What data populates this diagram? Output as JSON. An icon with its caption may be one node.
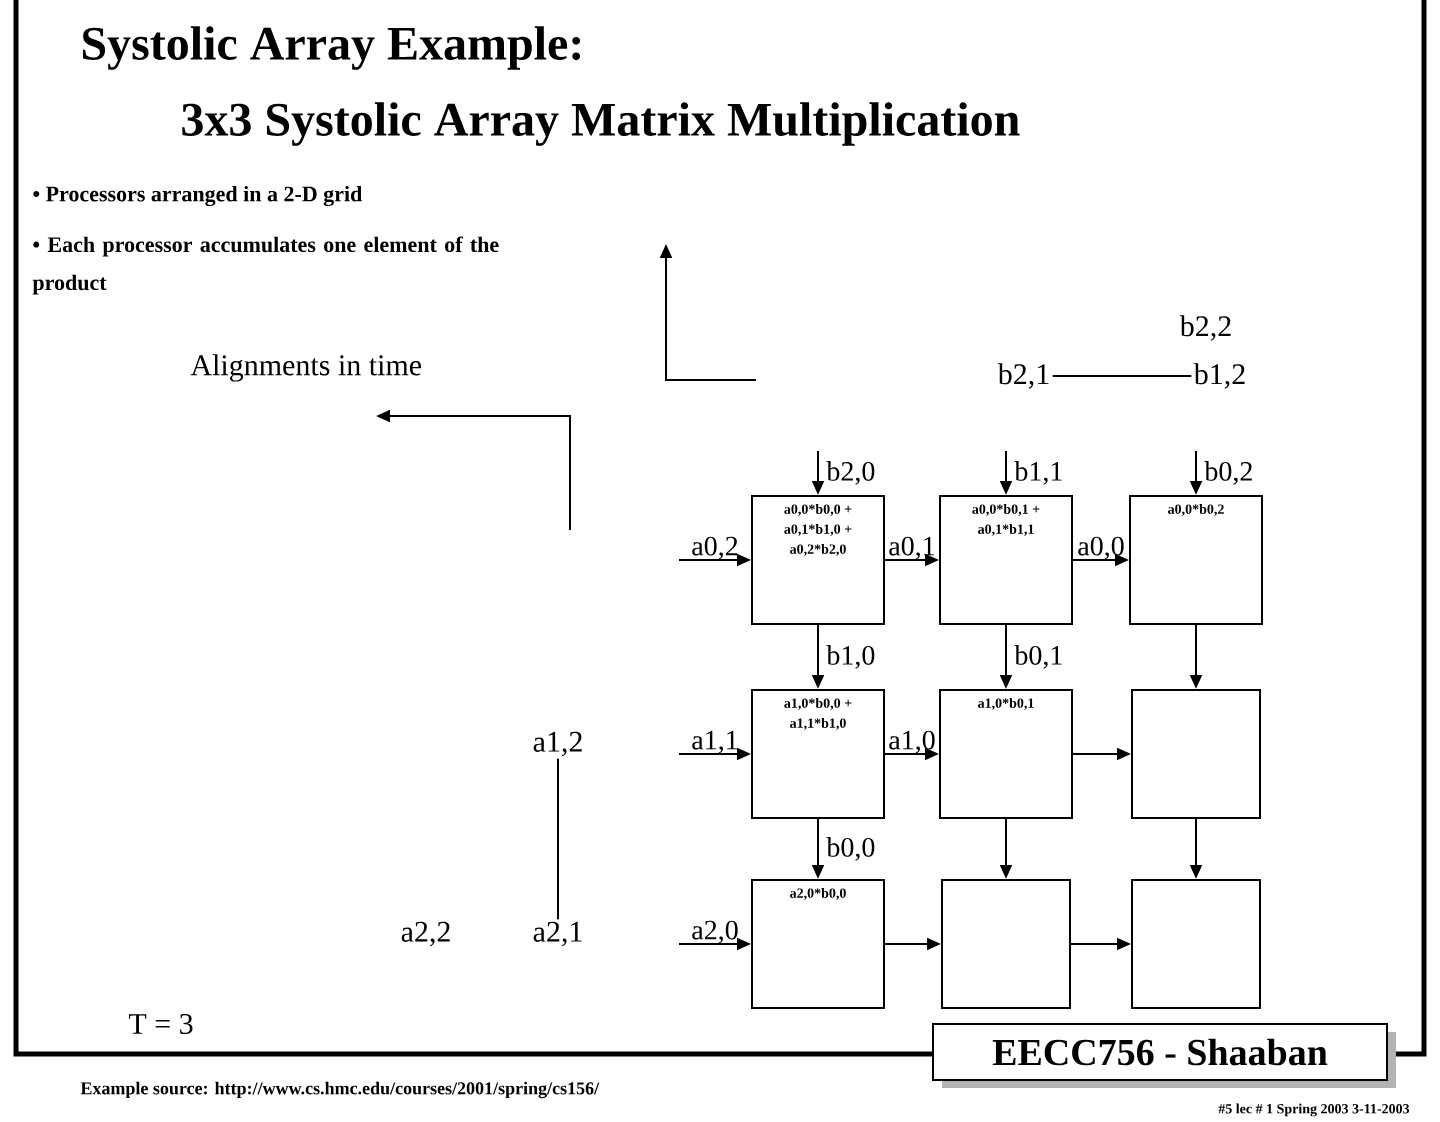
{
  "diagram": {
    "title": "Systolic Array  Example:",
    "nodes": [
      {
        "text": [
          "a0,0*b0,0 + a0,1*b1,0 + a0,2*b2,0"
        ]
      },
      {
        "text": [
          "a0,0*b0,1 + a0,1*b1,1"
        ]
      },
      {
        "text": [
          "a0,0*b0,2"
        ]
      },
      {
        "text": [
          "a1,0*b0,0 + a1,1*b1,0"
        ]
      },
      {
        "text": [
          "a1,0*b0,1"
        ]
      },
      {
        "text": [],
        "shape": "box"
      },
      {
        "text": [
          "a2,0*b0,0"
        ]
      },
      {
        "text": [],
        "shape": "box"
      },
      {
        "text": [],
        "shape": "box"
      },
      {
        "text": [
          "a1,2"
        ]
      },
      {
        "text": [
          "a2,1"
        ]
      },
      {
        "text": [
          "b2,1"
        ]
      },
      {
        "text": [
          "b1,2"
        ]
      }
    ],
    "edges": [
      {
        "from": null,
        "to": 0,
        "arrow": "to",
        "label": "a0,2"
      },
      {
        "from": 0,
        "to": 1,
        "arrow": "to",
        "label": "a0,1"
      },
      {
        "from": 1,
        "to": 2,
        "arrow": "to",
        "label": "a0,0"
      },
      {
        "from": null,
        "to": 3,
        "arrow": "to",
        "label": "a1,1"
      },
      {
        "from": 3,
        "to": 4,
        "arrow": "to",
        "label": "a1,0"
      },
      {
        "from": 4,
        "to": 5,
        "arrow": "to"
      },
      {
        "from": null,
        "to": 6,
        "arrow": "to",
        "label": "a2,0"
      },
      {
        "from": 6,
        "to": 7,
        "arrow": "to"
      },
      {
        "from": 7,
        "to": 8,
        "arrow": "to"
      },
      {
        "from": null,
        "to": 0,
        "arrow": "to",
        "label": "b2,0"
      },
      {
        "from": null,
        "to": 1,
        "arrow": "to",
        "label": "b1,1"
      },
      {
        "from": null,
        "to": 2,
        "arrow": "to",
        "label": "b0,2"
      },
      {
        "from": 0,
        "to": 3,
        "arrow": "to",
        "label": "b1,0"
      },
      {
        "from": 1,
        "to": 4,
        "arrow": "to",
        "label": "b0,1"
      },
      {
        "from": 2,
        "to": 5,
        "arrow": "to"
      },
      {
        "from": 3,
        "to": 6,
        "arrow": "to",
        "label": "b0,0"
      },
      {
        "from": 4,
        "to": 7,
        "arrow": "to"
      },
      {
        "from": 5,
        "to": 8,
        "arrow": "to"
      },
      {
        "from": 9,
        "to": 10,
        "arrow": "none"
      },
      {
        "from": 11,
        "to": 12,
        "arrow": "none"
      }
    ],
    "labels": [
      "3x3 Systolic Array Matrix Multiplication",
      "• Processors arranged in a 2-D grid",
      "• Each processor accumulates one element of the product",
      "Alignments in time",
      "b2,2",
      "a2,2",
      "T = 3",
      "EECC756 - Shaaban",
      "Example source:  http://www.cs.hmc.edu/courses/2001/spring/cs156/",
      "#5   lec # 1    Spring 2003    3-11-2003"
    ]
  }
}
